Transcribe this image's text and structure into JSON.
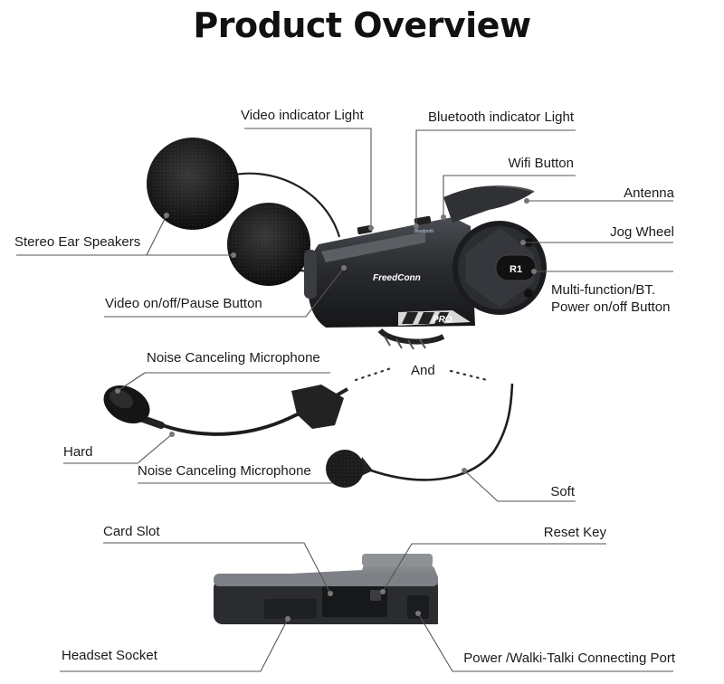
{
  "title": "Product Overview",
  "device": {
    "brand": "FreedConn",
    "model_badge": "PRO",
    "jog_label": "R1",
    "bt_mark": "Bluetooth"
  },
  "callouts": {
    "video_indicator_light": "Video indicator Light",
    "bluetooth_indicator_light": "Bluetooth indicator Light",
    "wifi_button": "Wifi Button",
    "antenna": "Antenna",
    "jog_wheel": "Jog Wheel",
    "stereo_ear_speakers": "Stereo Ear Speakers",
    "multi_function_line1": "Multi-function/BT.",
    "multi_function_line2": "Power on/off Button",
    "video_onoff_pause": "Video on/off/Pause Button",
    "noise_mic_hard": "Noise Canceling Microphone",
    "and": "And",
    "hard": "Hard",
    "noise_mic_soft": "Noise Canceling Microphone",
    "soft": "Soft",
    "card_slot": "Card Slot",
    "reset_key": "Reset Key",
    "headset_socket": "Headset Socket",
    "power_port": "Power /Walki-Talki Connecting Port"
  }
}
